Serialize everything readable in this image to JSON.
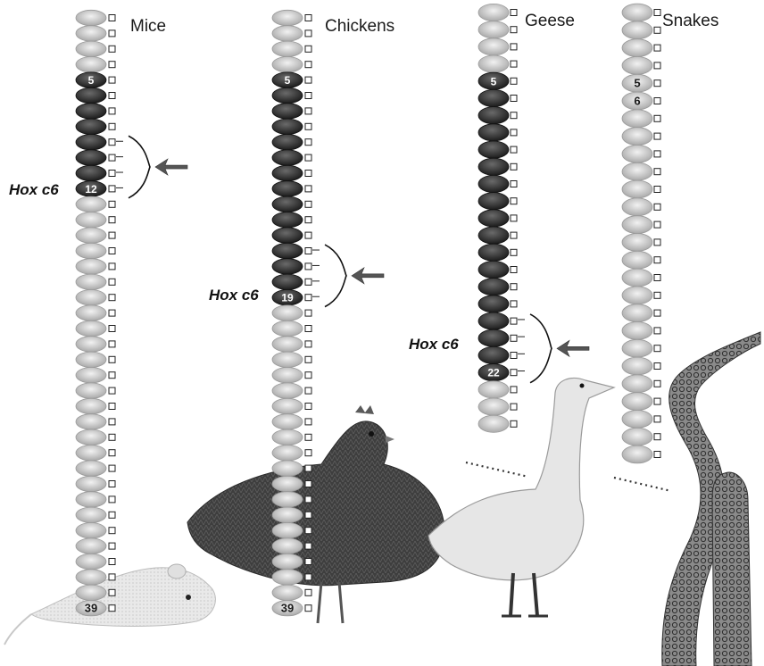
{
  "columns": [
    {
      "key": "mice",
      "title": "Mice",
      "vertebra_count": 39,
      "cervical_dark_range": [
        5,
        12
      ],
      "hox_label": "Hox c6",
      "hox_vertebra": 12,
      "marked_numbers": [
        "5",
        "12",
        "39"
      ],
      "animal_icon": "mouse-icon"
    },
    {
      "key": "chickens",
      "title": "Chickens",
      "vertebra_count": 39,
      "cervical_dark_range": [
        5,
        19
      ],
      "hox_label": "Hox c6",
      "hox_vertebra": 19,
      "marked_numbers": [
        "5",
        "19",
        "39"
      ],
      "animal_icon": "chicken-icon"
    },
    {
      "key": "geese",
      "title": "Geese",
      "vertebra_count": 25,
      "cervical_dark_range": [
        5,
        22
      ],
      "hox_label": "Hox c6",
      "hox_vertebra": 22,
      "marked_numbers": [
        "5",
        "22"
      ],
      "animal_icon": "goose-icon"
    },
    {
      "key": "snakes",
      "title": "Snakes",
      "vertebra_count": 26,
      "cervical_dark_range": null,
      "hox_label": "",
      "hox_vertebra": null,
      "marked_numbers": [
        "5",
        "6"
      ],
      "animal_icon": "snake-icon"
    }
  ],
  "colors": {
    "dark_vertebra": "#2b2b2b",
    "light_vertebra": "#c9c9c9",
    "arrow": "#555555",
    "box_outline": "#222222"
  }
}
